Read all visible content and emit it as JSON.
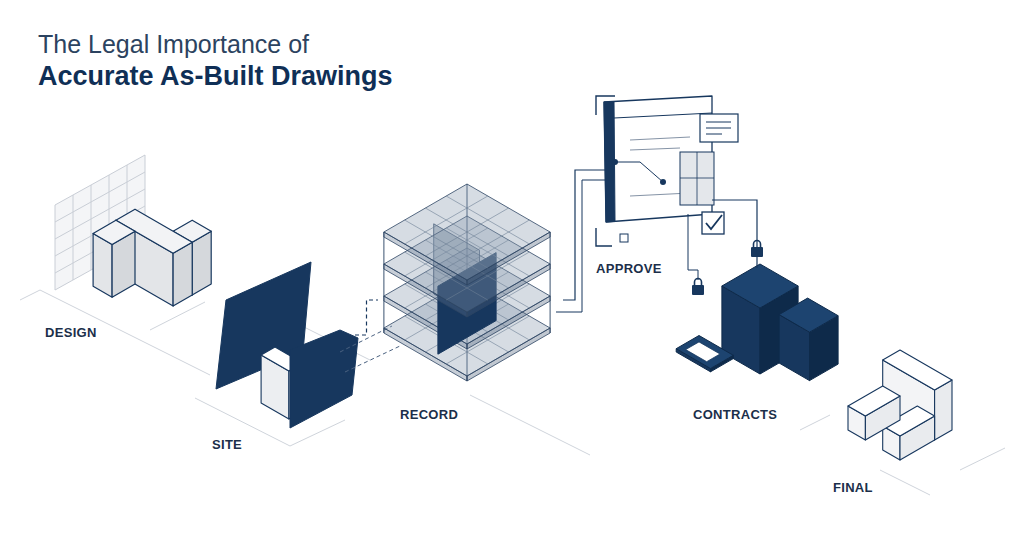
{
  "diagram": {
    "title": "The Legal Importance of Accurate As-Built Drawings",
    "nodes": [
      {
        "text": [
          "DESIGN"
        ]
      },
      {
        "text": [
          "SITE"
        ]
      },
      {
        "text": [
          "RECORD"
        ]
      },
      {
        "text": [
          "APPROVE"
        ]
      },
      {
        "text": [
          "CONTRACTS"
        ]
      },
      {
        "text": [
          "FINAL"
        ]
      }
    ],
    "edges": [
      {
        "from": 1,
        "to": 2,
        "arrow": "none"
      },
      {
        "from": 2,
        "to": 3,
        "arrow": "none"
      },
      {
        "from": 3,
        "to": 4,
        "arrow": "none"
      }
    ]
  }
}
